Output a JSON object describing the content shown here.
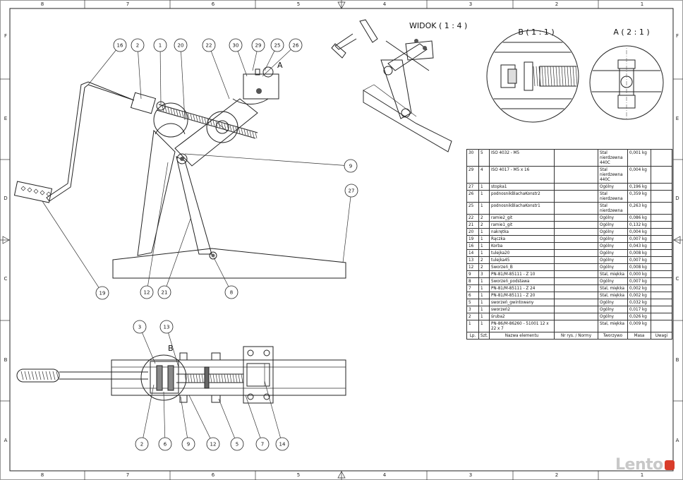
{
  "views": {
    "widok": "WIDOK ( 1 : 4 )",
    "detail_b": "B ( 1 : 1 )",
    "detail_a": "A ( 2 : 1 )",
    "marker_a": "A",
    "marker_b": "B"
  },
  "zones": {
    "columns": [
      "8",
      "7",
      "6",
      "5",
      "4",
      "3",
      "2",
      "1"
    ],
    "rows": [
      "F",
      "E",
      "D",
      "C",
      "B",
      "A"
    ]
  },
  "balloons_main": [
    "16",
    "2",
    "1",
    "20",
    "22",
    "30",
    "29",
    "25",
    "26",
    "9",
    "27",
    "19",
    "12",
    "21",
    "8"
  ],
  "balloons_bottom": [
    "3",
    "13",
    "2",
    "6",
    "9",
    "12",
    "5",
    "7",
    "14"
  ],
  "bom": {
    "headers": [
      "Lp.",
      "Szt.",
      "Nazwa elementu",
      "Nr rys. / Normy",
      "Tworzywo",
      "Masa",
      "Uwagi"
    ],
    "rows": [
      [
        "30",
        "5",
        "ISO 4032 - M5",
        "",
        "Stal nierdzewna 440C",
        "0,001 kg",
        ""
      ],
      [
        "29",
        "4",
        "ISO 4017 - M5 x 16",
        "",
        "Stal nierdzewna 440C",
        "0,004 kg",
        ""
      ],
      [
        "27",
        "1",
        "stopka1",
        "",
        "Ogólny",
        "0,196 kg",
        ""
      ],
      [
        "26",
        "1",
        "podnosnikBlachaKonstr2",
        "",
        "Stal nierdzewna",
        "0,359 kg",
        ""
      ],
      [
        "25",
        "1",
        "podnosnikBlachaKonstr1",
        "",
        "Stal nierdzewna",
        "0,263 kg",
        ""
      ],
      [
        "22",
        "2",
        "ramie2_git",
        "",
        "Ogólny",
        "0,086 kg",
        ""
      ],
      [
        "21",
        "2",
        "ramie1_git",
        "",
        "Ogólny",
        "0,132 kg",
        ""
      ],
      [
        "20",
        "1",
        "nakrętka",
        "",
        "Ogólny",
        "0,004 kg",
        ""
      ],
      [
        "19",
        "1",
        "Rączka",
        "",
        "Ogólny",
        "0,007 kg",
        ""
      ],
      [
        "16",
        "1",
        "Korba",
        "",
        "Ogólny",
        "0,043 kg",
        ""
      ],
      [
        "14",
        "1",
        "tulejka20",
        "",
        "Ogólny",
        "0,008 kg",
        ""
      ],
      [
        "13",
        "2",
        "tulejka45",
        "",
        "Ogólny",
        "0,007 kg",
        ""
      ],
      [
        "12",
        "2",
        "Sworzeń_B",
        "",
        "Ogólny",
        "0,008 kg",
        ""
      ],
      [
        "9",
        "3",
        "PN-81/M-85111 - Z 10",
        "",
        "Stal, miękka",
        "0,000 kg",
        ""
      ],
      [
        "8",
        "1",
        "Sworzeń_podstawa",
        "",
        "Ogólny",
        "0,007 kg",
        ""
      ],
      [
        "7",
        "1",
        "PN-81/M-85111 - Z 24",
        "",
        "Stal, miękka",
        "0,002 kg",
        ""
      ],
      [
        "6",
        "1",
        "PN-81/M-85111 - Z 20",
        "",
        "Stal, miękka",
        "0,002 kg",
        ""
      ],
      [
        "5",
        "1",
        "sworzeń_gwintowany",
        "",
        "Ogólny",
        "0,032 kg",
        ""
      ],
      [
        "3",
        "1",
        "sworzeń2",
        "",
        "Ogólny",
        "0,017 kg",
        ""
      ],
      [
        "2",
        "1",
        "śruba2",
        "",
        "Ogólny",
        "0,026 kg",
        ""
      ],
      [
        "1",
        "1",
        "PN-86/M-86260 - 51001 12 x 22 x 7",
        "",
        "Stal, miękka",
        "0,009 kg",
        ""
      ]
    ]
  },
  "watermark": "Lento"
}
